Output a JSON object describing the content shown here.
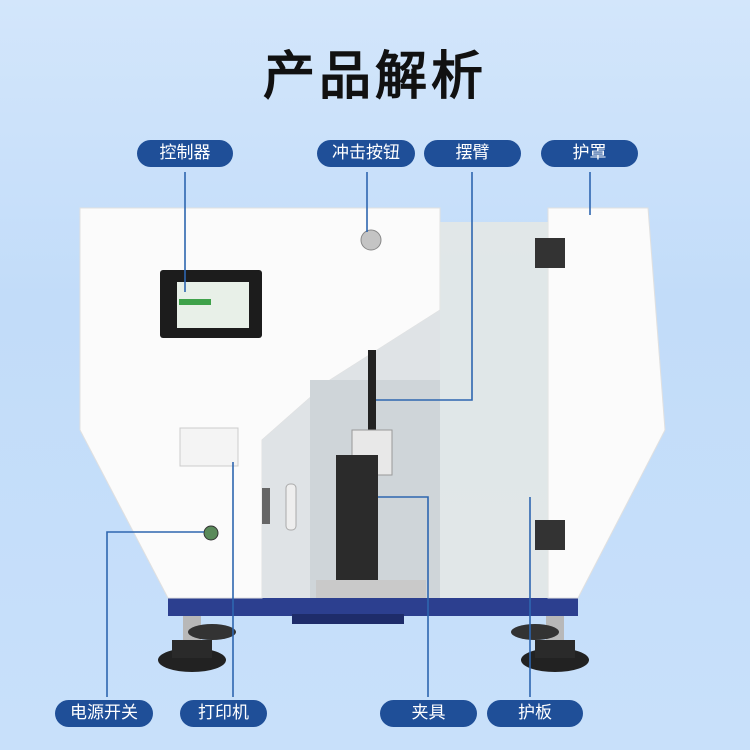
{
  "title": "产品解析",
  "labels": {
    "controller": "控制器",
    "impact_button": "冲击按钮",
    "pendulum_arm": "摆臂",
    "guard_cover": "护罩",
    "power_switch": "电源开关",
    "printer": "打印机",
    "fixture": "夹具",
    "guard_plate": "护板"
  },
  "colors": {
    "pill": "#1f4f98",
    "leader_line": "#2e66b0",
    "base": "#2c3f8f"
  }
}
